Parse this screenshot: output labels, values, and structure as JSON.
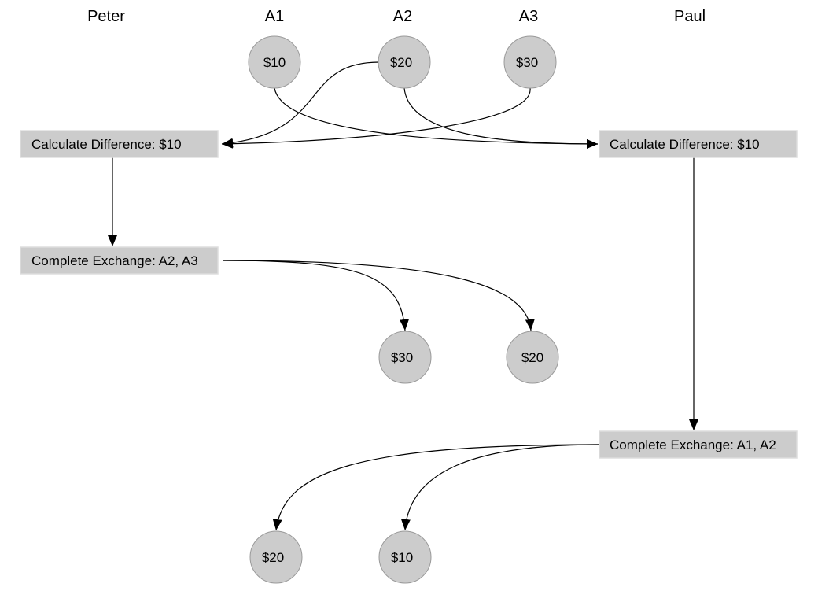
{
  "columns": {
    "peter": "Peter",
    "a1": "A1",
    "a2": "A2",
    "a3": "A3",
    "paul": "Paul"
  },
  "top_nodes": {
    "a1": "$10",
    "a2": "$20",
    "a3": "$30"
  },
  "peter": {
    "calc": "Calculate Difference: $10",
    "exchange": "Complete Exchange: A2, A3",
    "received": [
      "$30",
      "$20"
    ]
  },
  "paul": {
    "calc": "Calculate Difference: $10",
    "exchange": "Complete Exchange: A1, A2",
    "received": [
      "$20",
      "$10"
    ]
  }
}
